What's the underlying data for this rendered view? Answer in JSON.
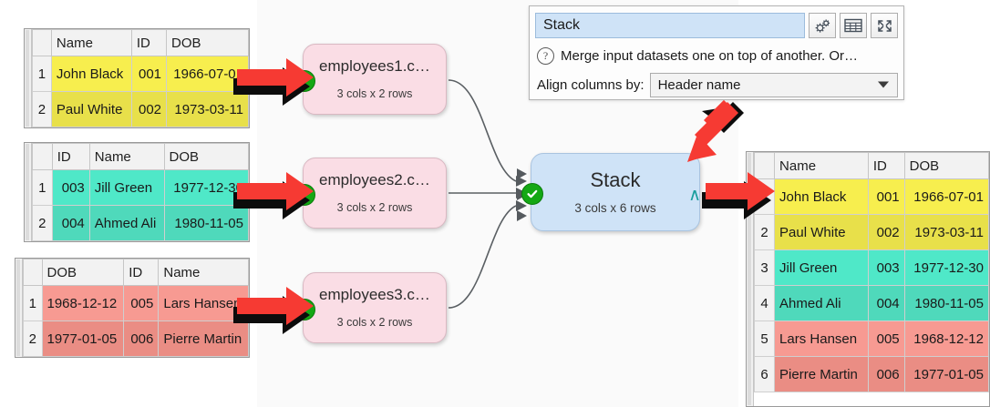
{
  "canvas": {
    "background": "#fafafa"
  },
  "colors": {
    "source1": "#f7ee4e",
    "source2": "#4fe8c8",
    "source3": "#f79a92",
    "node_fill": "#fadde5",
    "stack_fill": "#cfe3f7",
    "annotation_arrow": "#f63a33",
    "check_badge": "#14a814"
  },
  "tables": {
    "employees1": {
      "name": "employees1-table",
      "columns": [
        "Name",
        "ID",
        "DOB"
      ],
      "align": [
        "txt",
        "num",
        "num"
      ],
      "rows": [
        {
          "n": "1",
          "cells": [
            "John Black",
            "001",
            "1966-07-01"
          ]
        },
        {
          "n": "2",
          "cells": [
            "Paul White",
            "002",
            "1973-03-11"
          ]
        }
      ]
    },
    "employees2": {
      "name": "employees2-table",
      "columns": [
        "ID",
        "Name",
        "DOB"
      ],
      "align": [
        "num",
        "txt",
        "num"
      ],
      "rows": [
        {
          "n": "1",
          "cells": [
            "003",
            "Jill Green",
            "1977-12-30"
          ]
        },
        {
          "n": "2",
          "cells": [
            "004",
            "Ahmed Ali",
            "1980-11-05"
          ]
        }
      ]
    },
    "employees3": {
      "name": "employees3-table",
      "columns": [
        "DOB",
        "ID",
        "Name"
      ],
      "align": [
        "txt",
        "num",
        "txt"
      ],
      "rows": [
        {
          "n": "1",
          "cells": [
            "1968-12-12",
            "005",
            "Lars Hansen"
          ]
        },
        {
          "n": "2",
          "cells": [
            "1977-01-05",
            "006",
            "Pierre Martin"
          ]
        }
      ]
    },
    "output": {
      "name": "stacked-output-table",
      "columns": [
        "Name",
        "ID",
        "DOB"
      ],
      "align": [
        "txt",
        "num",
        "num"
      ],
      "rows": [
        {
          "n": "1",
          "cells": [
            "John Black",
            "001",
            "1966-07-01"
          ]
        },
        {
          "n": "2",
          "cells": [
            "Paul White",
            "002",
            "1973-03-11"
          ]
        },
        {
          "n": "3",
          "cells": [
            "Jill Green",
            "003",
            "1977-12-30"
          ]
        },
        {
          "n": "4",
          "cells": [
            "Ahmed Ali",
            "004",
            "1980-11-05"
          ]
        },
        {
          "n": "5",
          "cells": [
            "Lars Hansen",
            "005",
            "1968-12-12"
          ]
        },
        {
          "n": "6",
          "cells": [
            "Pierre Martin",
            "006",
            "1977-01-05"
          ]
        }
      ]
    }
  },
  "nodes": {
    "employees1": {
      "title": "employees1.c…",
      "subtitle": "3 cols x 2 rows",
      "status": "ok"
    },
    "employees2": {
      "title": "employees2.c…",
      "subtitle": "3 cols x 2 rows",
      "status": "ok"
    },
    "employees3": {
      "title": "employees3.c…",
      "subtitle": "3 cols x 2 rows",
      "status": "ok"
    },
    "stack": {
      "title": "Stack",
      "subtitle": "3 cols x 6 rows",
      "status": "ok",
      "output_marker": "∧"
    }
  },
  "panel": {
    "name_value": "Stack",
    "description": "Merge input datasets one on top of another. Or…",
    "help_glyph": "?",
    "align_label": "Align columns by:",
    "align_value": "Header name",
    "buttons": [
      {
        "name": "settings-gears-icon",
        "label": ""
      },
      {
        "name": "table-view-icon",
        "label": ""
      },
      {
        "name": "expand-icon",
        "label": ""
      }
    ]
  }
}
